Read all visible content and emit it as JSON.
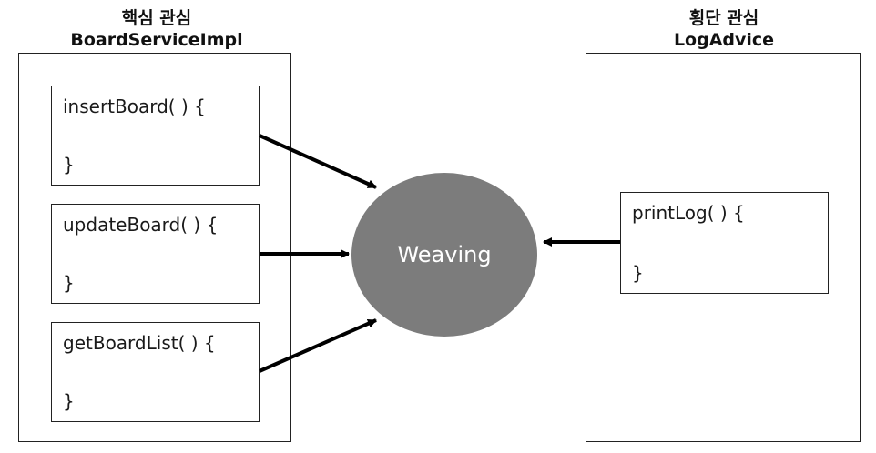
{
  "core": {
    "heading": "핵심 관심",
    "class_name": "BoardServiceImpl",
    "methods": [
      {
        "signature": "insertBoard( ) {",
        "close": "}"
      },
      {
        "signature": "updateBoard( ) {",
        "close": "}"
      },
      {
        "signature": "getBoardList( ) {",
        "close": "}"
      }
    ]
  },
  "cross_cutting": {
    "heading": "횡단 관심",
    "class_name": "LogAdvice",
    "methods": [
      {
        "signature": "printLog( ) {",
        "close": "}"
      }
    ]
  },
  "center": {
    "label": "Weaving",
    "color": "#7c7c7c"
  },
  "colors": {
    "line": "#000000",
    "border": "#222222"
  }
}
